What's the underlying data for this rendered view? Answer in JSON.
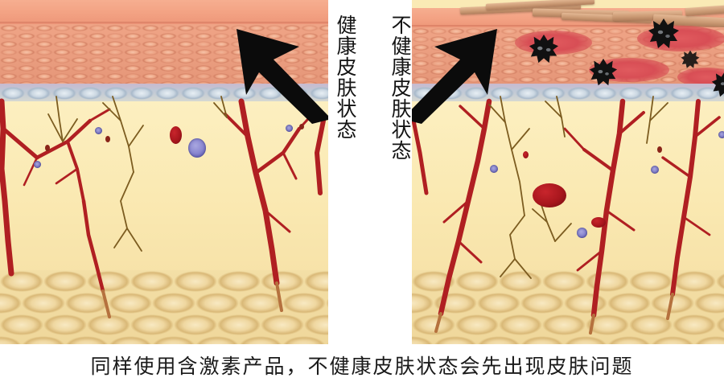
{
  "figure": {
    "caption": "同样使用含激素产品，不健康皮肤状态会先出现皮肤问题",
    "panels": [
      {
        "id": "healthy",
        "label": "健康皮肤状态",
        "arrow": "arrow-up-left",
        "condition": "healthy-skin-cross-section"
      },
      {
        "id": "unhealthy",
        "label": "不健康皮肤状态",
        "arrow": "arrow-up-right",
        "condition": "unhealthy-skin-cross-section"
      }
    ],
    "layers": [
      {
        "name": "stratum-corneum",
        "color": "#F3A283"
      },
      {
        "name": "epidermis",
        "color": "#E99C7E"
      },
      {
        "name": "basal-layer",
        "color": "#C3CEDA"
      },
      {
        "name": "dermis",
        "color": "#FAEAB5"
      },
      {
        "name": "subcutaneous-fat",
        "color": "#EFD79B"
      }
    ],
    "markers": {
      "lesion_color": "#121212",
      "inflammation_color": "#D8505A",
      "vessel_color": "#B01F22",
      "nerve_color": "#7A5A1E",
      "red_blood_cell_color": "#A8161D",
      "lymphocyte_color": "#7B78C6"
    },
    "counts": {
      "lesions_unhealthy": 5,
      "lesions_healthy": 0
    }
  }
}
